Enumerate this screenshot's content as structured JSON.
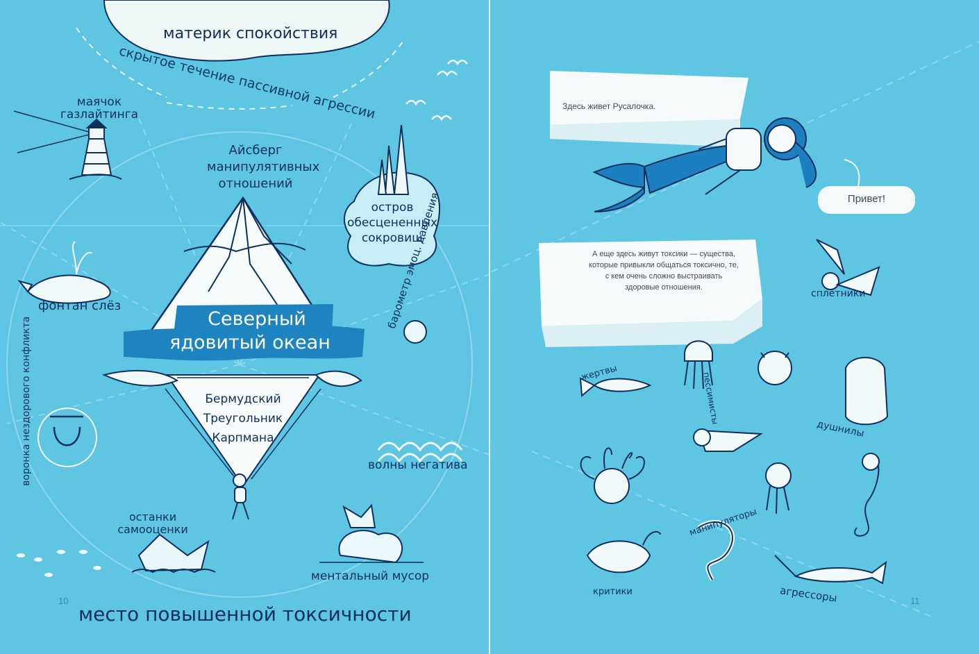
{
  "left": {
    "continent": "материк спокойствия",
    "current": "скрытое течение пассивной агрессии",
    "lighthouse": "маячок газлайтинга",
    "iceberg": "Айсберг манипулятивных отношений",
    "island": "остров обесцененных сокровищ",
    "whale": "фонтан слёз",
    "ocean_title_line1": "Северный",
    "ocean_title_line2": "ядовитый океан",
    "barometer": "барометр эмоц. давления",
    "bermuda_line1": "Бермудский",
    "bermuda_line2": "Треугольник",
    "bermuda_line3": "Карпмана",
    "funnel": "воронка нездорового конфликта",
    "waves": "волны негатива",
    "remains_line1": "останки",
    "remains_line2": "самооценки",
    "trash": "ментальный мусор",
    "footer": "место повышенной токсичности",
    "page_number": "10"
  },
  "right": {
    "bubble1": "Здесь живет Русалочка.",
    "greeting": "Привет!",
    "bubble2": "А еще здесь живут токсики — существа, которые привыкли общаться токсично, те, с кем очень сложно выстраивать здоровые отношения.",
    "creatures": {
      "gossips": "сплетники",
      "victims": "жертвы",
      "pessimists": "пессимисты",
      "bores": "душнилы",
      "manipulators": "манипуляторы",
      "critics": "критики",
      "aggressors": "агрессоры"
    },
    "page_number": "11"
  },
  "colors": {
    "sea": "#5ec6e3",
    "ink": "#0c2f5e",
    "accent": "#1d84bf",
    "paper": "#f7fbfc"
  }
}
